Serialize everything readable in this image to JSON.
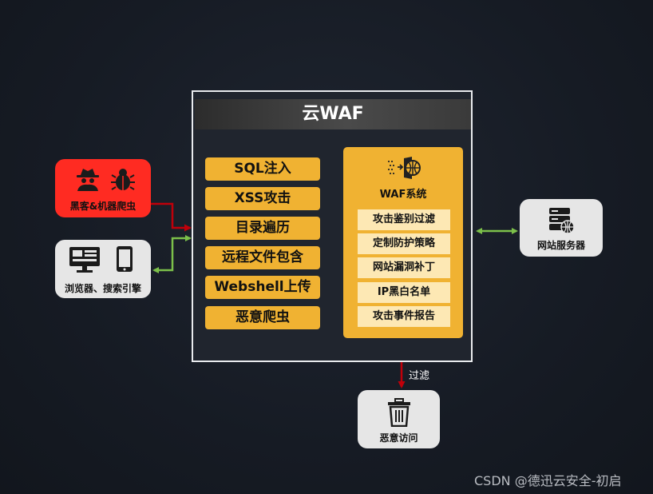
{
  "waf": {
    "title": "云WAF",
    "system_label": "WAF系统",
    "threats": [
      "SQL注入",
      "XSS攻击",
      "目录遍历",
      "远程文件包含",
      "Webshell上传",
      "恶意爬虫"
    ],
    "functions": [
      "攻击鉴别过滤",
      "定制防护策略",
      "网站漏洞补丁",
      "IP黑白名单",
      "攻击事件报告"
    ]
  },
  "sources": {
    "hacker_label": "黑客&机器爬虫",
    "browser_label": "浏览器、搜索引擎"
  },
  "server": {
    "label": "网站服务器"
  },
  "filter": {
    "label": "过滤",
    "destination": "恶意访问"
  },
  "watermark": "CSDN @德迅云安全-初启",
  "colors": {
    "background": "#161b24",
    "accent_orange": "#f0b232",
    "panel_light": "#fde8b4",
    "hacker_red": "#ff2b22",
    "malicious_arrow": "#c0000a",
    "normal_arrow": "#7cc04a"
  }
}
